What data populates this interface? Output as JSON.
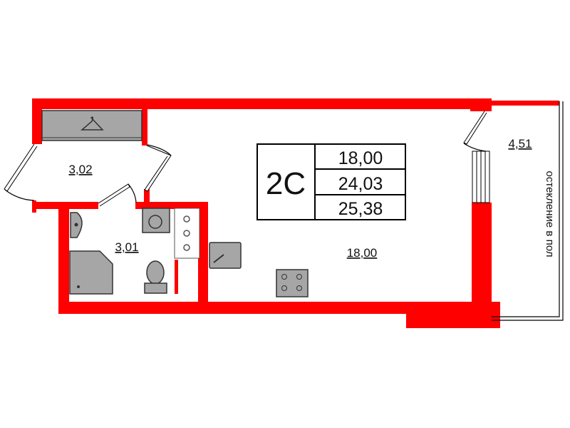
{
  "plan": {
    "type_code": "2С",
    "summary_areas": [
      "18,00",
      "24,03",
      "25,38"
    ],
    "rooms": {
      "hallway": "3,02",
      "bathroom": "3,01",
      "living": "18,00",
      "balcony": "4,51"
    },
    "balcony_note": "остекление в пол",
    "wall_color": "#ff0000",
    "fixture_color": "#a6a6a6"
  }
}
